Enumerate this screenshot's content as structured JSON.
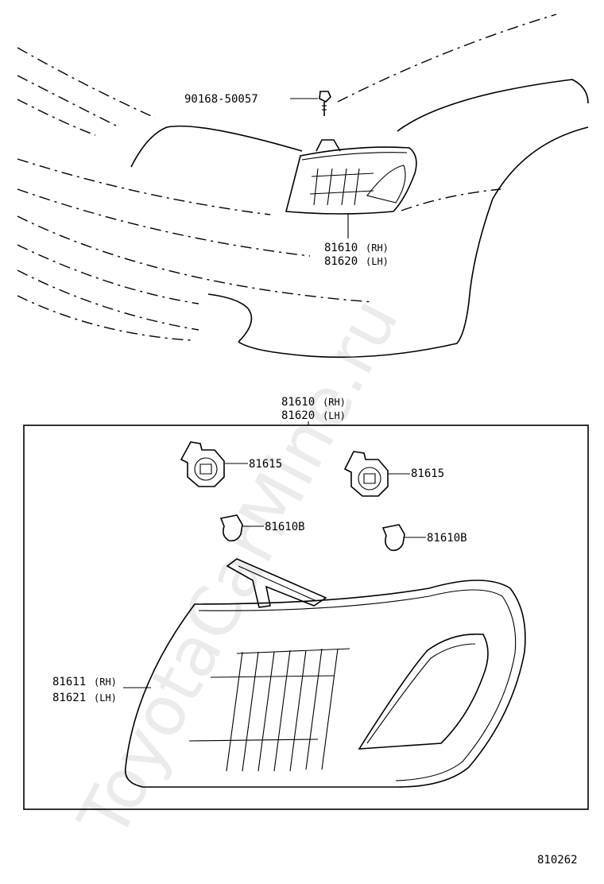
{
  "watermark": "ToyotaCarMine.ru",
  "figure_number": "810262",
  "top_view": {
    "screw_part": "90168-50057",
    "lamp_rh_part": "81610",
    "lamp_rh_tag": "(RH)",
    "lamp_lh_part": "81620",
    "lamp_lh_tag": "(LH)"
  },
  "detail_view": {
    "assy_rh_part": "81610",
    "assy_rh_tag": "(RH)",
    "assy_lh_part": "81620",
    "assy_lh_tag": "(LH)",
    "socket_left": "81615",
    "socket_right": "81615",
    "bulb_left": "81610B",
    "bulb_right": "81610B",
    "lens_rh_part": "81611",
    "lens_rh_tag": "(RH)",
    "lens_lh_part": "81621",
    "lens_lh_tag": "(LH)"
  }
}
